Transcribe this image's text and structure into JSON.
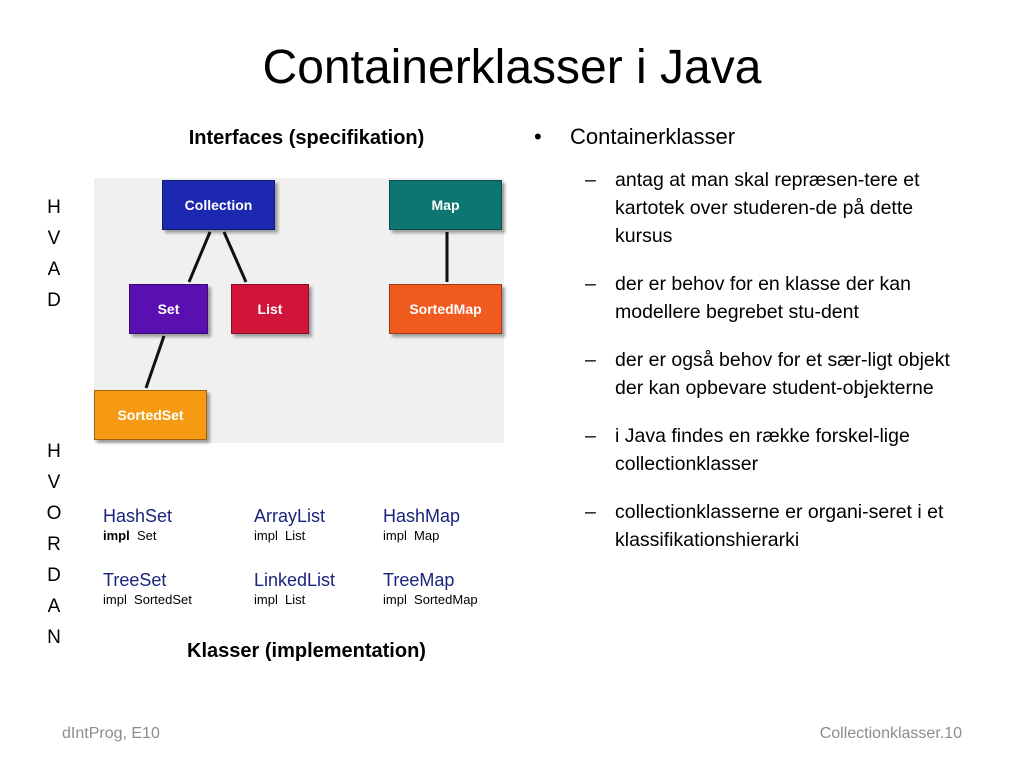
{
  "slide": {
    "title": "Containerklasser i Java",
    "interfaces_caption": "Interfaces (specifikation)",
    "classes_caption": "Klasser (implementation)",
    "hvad_letters": [
      "H",
      "V",
      "A",
      "D"
    ],
    "hvordan_letters": [
      "H",
      "V",
      "O",
      "R",
      "D",
      "A",
      "N"
    ]
  },
  "diagram": {
    "nodes": {
      "collection": {
        "label": "Collection",
        "color": "#1c28b0"
      },
      "map": {
        "label": "Map",
        "color": "#0d7670"
      },
      "set": {
        "label": "Set",
        "color": "#5a0fb0"
      },
      "list": {
        "label": "List",
        "color": "#d0143a"
      },
      "sortedmap": {
        "label": "SortedMap",
        "color": "#f05a1e"
      },
      "sortedset": {
        "label": "SortedSet",
        "color": "#f59a12"
      }
    }
  },
  "classes": {
    "hashset": {
      "name": "HashSet",
      "impl_word": "impl",
      "impl_target": "Set"
    },
    "arraylist": {
      "name": "ArrayList",
      "impl_text": "impl  List"
    },
    "hashmap": {
      "name": "HashMap",
      "impl_text": "impl  Map"
    },
    "treeset": {
      "name": "TreeSet",
      "impl_text": "impl  SortedSet"
    },
    "linkedlist": {
      "name": "LinkedList",
      "impl_text": "impl  List"
    },
    "treemap": {
      "name": "TreeMap",
      "impl_text": "impl  SortedMap"
    }
  },
  "bullets": {
    "main": "Containerklasser",
    "dash": "–",
    "sub": [
      "antag at man skal repræsen-tere et kartotek over studeren-de på dette kursus",
      "der er behov for en klasse der kan modellere begrebet stu-dent",
      "der er også behov for et sær-ligt objekt der kan opbevare student-objekterne",
      "i Java findes en række forskel-lige collectionklasser",
      "collectionklasserne er organi-seret i et klassifikationshierarki"
    ]
  },
  "footer": {
    "left": "dIntProg, E10",
    "right": "Collectionklasser.10"
  }
}
